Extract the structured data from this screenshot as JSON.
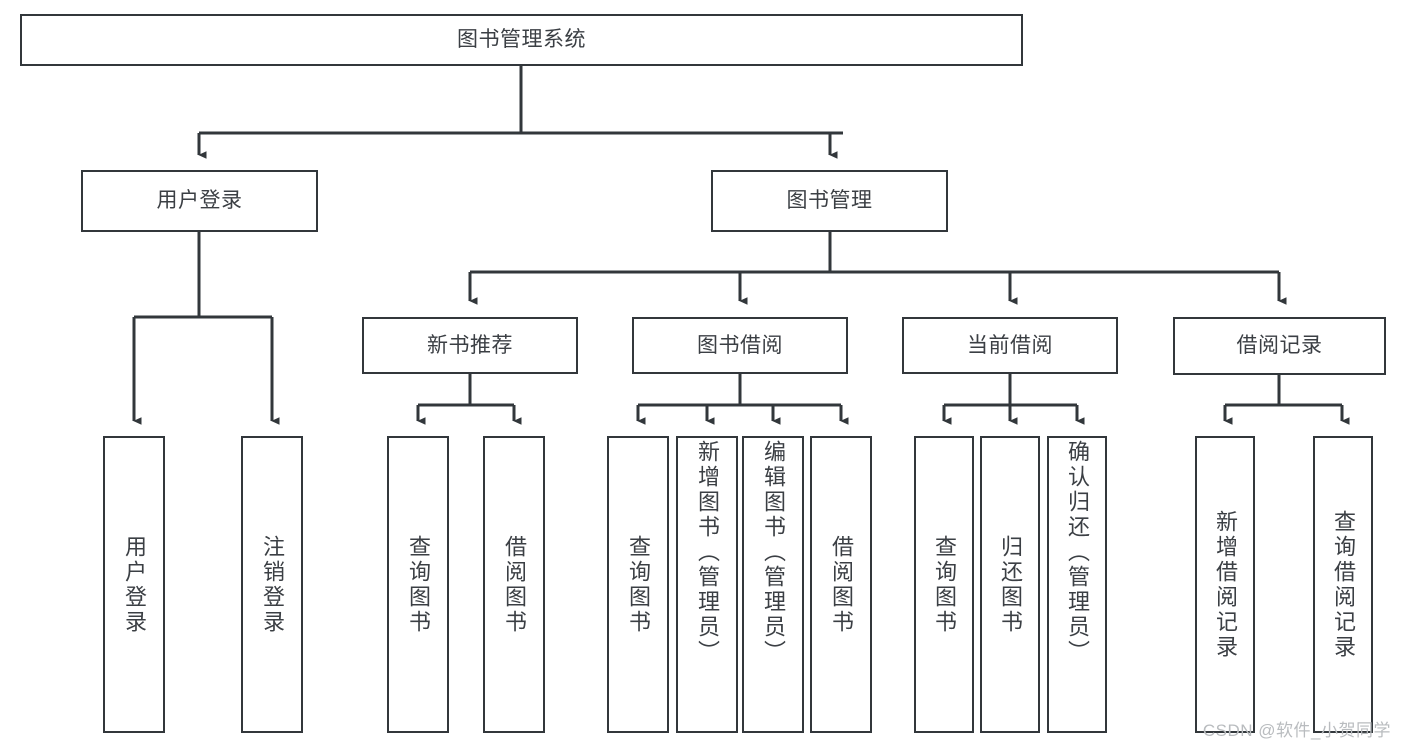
{
  "diagram": {
    "title": "图书管理系统",
    "type": "tree",
    "root": {
      "id": "root",
      "label": "图书管理系统"
    },
    "level2": [
      {
        "id": "user-login",
        "label": "用户登录"
      },
      {
        "id": "book-management",
        "label": "图书管理"
      }
    ],
    "level3": [
      {
        "id": "new-book-recommend",
        "label": "新书推荐",
        "parent": "book-management"
      },
      {
        "id": "book-borrow",
        "label": "图书借阅",
        "parent": "book-management"
      },
      {
        "id": "current-borrow",
        "label": "当前借阅",
        "parent": "book-management"
      },
      {
        "id": "borrow-record",
        "label": "借阅记录",
        "parent": "book-management"
      }
    ],
    "leaves": [
      {
        "id": "leaf-user-login",
        "label": "用户登录",
        "parent": "user-login"
      },
      {
        "id": "leaf-logout-login",
        "label": "注销登录",
        "parent": "user-login"
      },
      {
        "id": "leaf-query-book-1",
        "label": "查询图书",
        "parent": "new-book-recommend"
      },
      {
        "id": "leaf-borrow-book-1",
        "label": "借阅图书",
        "parent": "new-book-recommend"
      },
      {
        "id": "leaf-query-book-2",
        "label": "查询图书",
        "parent": "book-borrow"
      },
      {
        "id": "leaf-add-book-admin",
        "label": "新增图书（管理员）",
        "parent": "book-borrow"
      },
      {
        "id": "leaf-edit-book-admin",
        "label": "编辑图书（管理员）",
        "parent": "book-borrow"
      },
      {
        "id": "leaf-borrow-book-2",
        "label": "借阅图书",
        "parent": "book-borrow"
      },
      {
        "id": "leaf-query-book-3",
        "label": "查询图书",
        "parent": "current-borrow"
      },
      {
        "id": "leaf-return-book",
        "label": "归还图书",
        "parent": "current-borrow"
      },
      {
        "id": "leaf-confirm-return-admin",
        "label": "确认归还（管理员）",
        "parent": "current-borrow"
      },
      {
        "id": "leaf-add-borrow-record",
        "label": "新增借阅记录",
        "parent": "borrow-record"
      },
      {
        "id": "leaf-query-borrow-record",
        "label": "查询借阅记录",
        "parent": "borrow-record"
      }
    ],
    "colors": {
      "stroke": "#32373b",
      "text": "#3b3f44",
      "background": "#ffffff",
      "watermark": "#b9bcbf"
    }
  },
  "watermark": {
    "text": "CSDN @软件_小贺同学"
  }
}
